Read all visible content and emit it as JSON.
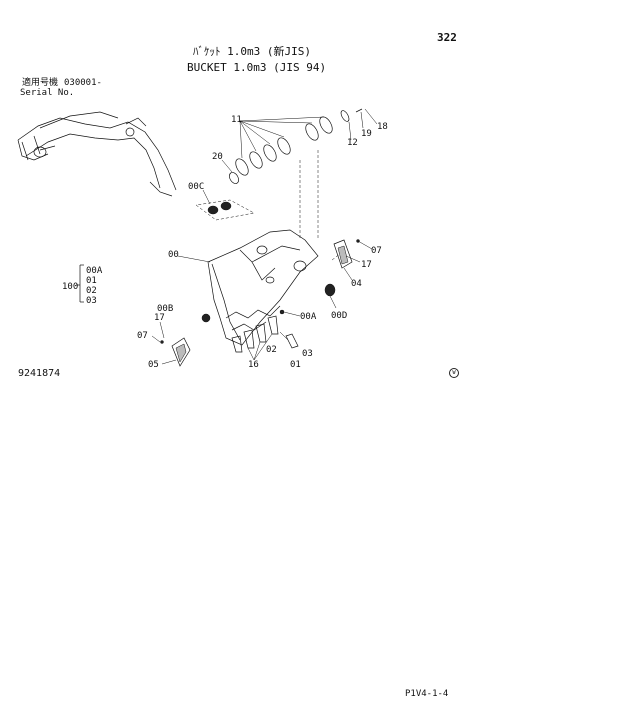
{
  "page_number": "322",
  "title_jp": "ﾊﾞｹｯﾄ 1.0m3 (新JIS)",
  "title_en": "BUCKET 1.0m3 (JIS 94)",
  "serial": {
    "label_jp": "適用号機",
    "value": "030001-",
    "label_en": "Serial No."
  },
  "document_number": "9241874",
  "footer_code": "P1V4-1-4",
  "circle_mark": "W",
  "bracket_group": {
    "label": "100",
    "items": [
      "00A",
      "01",
      "02",
      "03"
    ]
  },
  "callouts": {
    "c11": "11",
    "c12": "12",
    "c19": "19",
    "c18": "18",
    "c20": "20",
    "c00C": "00C",
    "c00": "00",
    "c07a": "07",
    "c17a": "17",
    "c04": "04",
    "c00D": "00D",
    "c00A": "00A",
    "c00B": "00B",
    "c07b": "07",
    "c17b": "17",
    "c05": "05",
    "c02": "02",
    "c03": "03",
    "c16": "16",
    "c01": "01"
  }
}
